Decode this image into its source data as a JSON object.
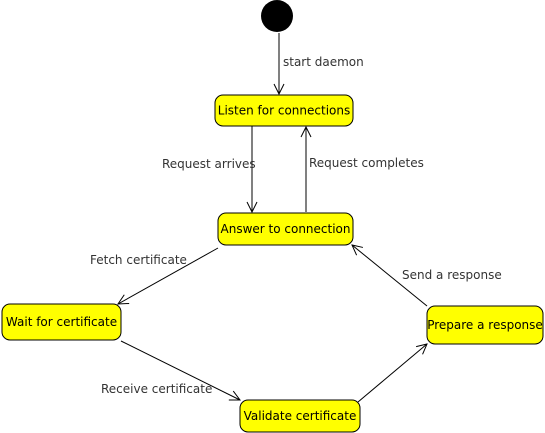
{
  "colors": {
    "state_fill": "#ffff00",
    "state_stroke": "#000000",
    "initial_node": "#000000",
    "edge": "#000000",
    "label_text": "#333333"
  },
  "states": {
    "listen": "Listen for connections",
    "answer": "Answer to connection",
    "wait": "Wait for certificate",
    "validate": "Validate certificate",
    "prepare": "Prepare a response"
  },
  "transitions": {
    "start": "start daemon",
    "request_arrives": "Request arrives",
    "request_completes": "Request completes",
    "fetch": "Fetch certificate",
    "receive": "Receive certificate",
    "send": "Send a response"
  }
}
